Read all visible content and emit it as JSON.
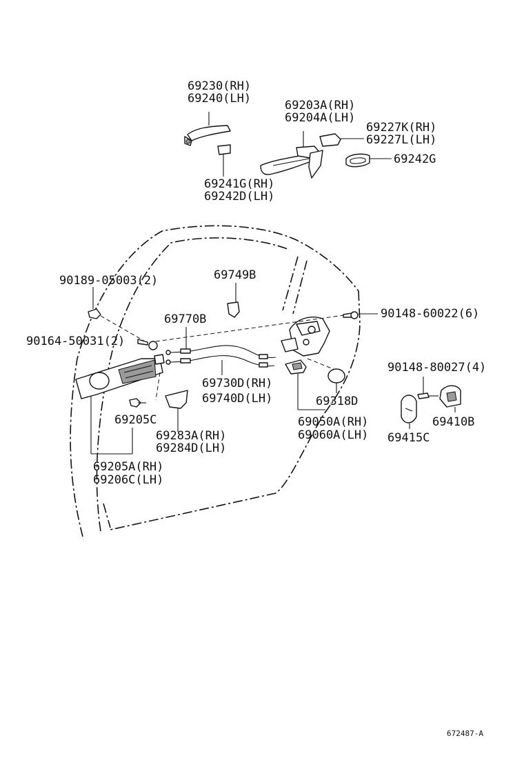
{
  "labels": {
    "p69230": "69230(RH)",
    "p69240": "69240(LH)",
    "p69203A": "69203A(RH)",
    "p69204A": "69204A(LH)",
    "p69227K": "69227K(RH)",
    "p69227L": "69227L(LH)",
    "p69242G": "69242G",
    "p69241G": "69241G(RH)",
    "p69242D": "69242D(LH)",
    "p90189": "90189-05003(2)",
    "p69749B": "69749B",
    "p90148a": "90148-60022(6)",
    "p69770B": "69770B",
    "p90164": "90164-50031(2)",
    "p69730D": "69730D(RH)",
    "p69740D": "69740D(LH)",
    "p90148b": "90148-80027(4)",
    "p69318D": "69318D",
    "p69205C": "69205C",
    "p69050A": "69050A(RH)",
    "p69060A": "69060A(LH)",
    "p69410B": "69410B",
    "p69283A": "69283A(RH)",
    "p69284D": "69284D(LH)",
    "p69415C": "69415C",
    "p69205A": "69205A(RH)",
    "p69206C": "69206C(LH)"
  },
  "diagram_id": "672487-A"
}
